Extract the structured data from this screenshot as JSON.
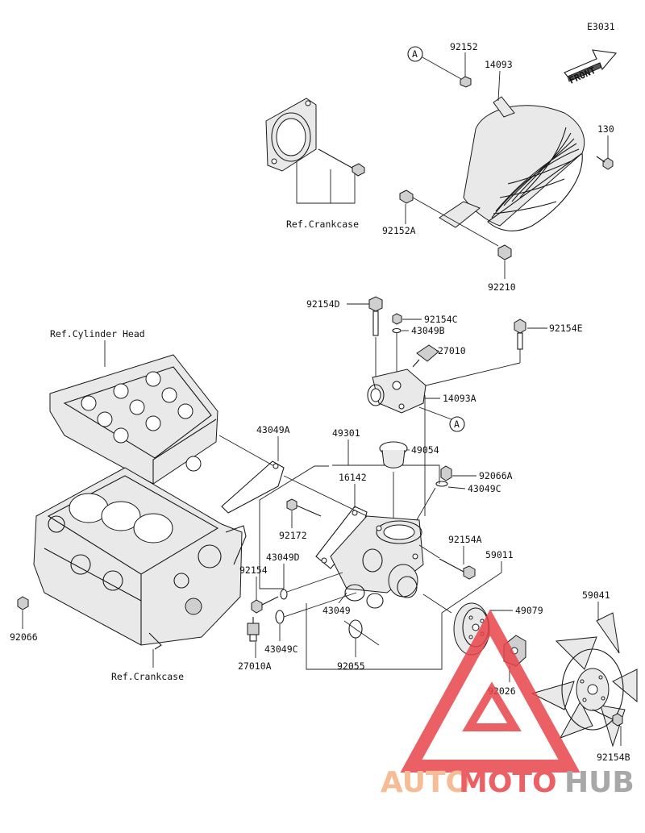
{
  "diagram": {
    "code": "E3031",
    "front_label": "FRONT",
    "callout_a": "A",
    "refs": {
      "crankcase_top": "Ref.Crankcase",
      "cylinder_head": "Ref.Cylinder Head",
      "crankcase_bottom": "Ref.Crankcase"
    },
    "parts": {
      "p92152": "92152",
      "p14093": "14093",
      "p130": "130",
      "p92152A": "92152A",
      "p92210": "92210",
      "p92154D": "92154D",
      "p92154C": "92154C",
      "p43049B": "43049B",
      "p27010": "27010",
      "p92154E": "92154E",
      "p14093A": "14093A",
      "p43049A": "43049A",
      "p49301": "49301",
      "p49054": "49054",
      "p92066A": "92066A",
      "p43049C_top": "43049C",
      "p16142": "16142",
      "p92172": "92172",
      "p92154A": "92154A",
      "p59011": "59011",
      "p43049D": "43049D",
      "p92154": "92154",
      "p59041": "59041",
      "p49079": "49079",
      "p43049": "43049",
      "p92066": "92066",
      "p43049C_bot": "43049C",
      "p27010A": "27010A",
      "p92055": "92055",
      "p92026": "92026",
      "p92154B": "92154B"
    }
  },
  "watermark": {
    "part1": "AUTO",
    "part2": "MOTO",
    "part3": "HUB",
    "colors": {
      "auto": "#f4b183",
      "moto": "#e8454a",
      "hub": "#9a9a9a",
      "triangle": "#e8454a"
    }
  }
}
